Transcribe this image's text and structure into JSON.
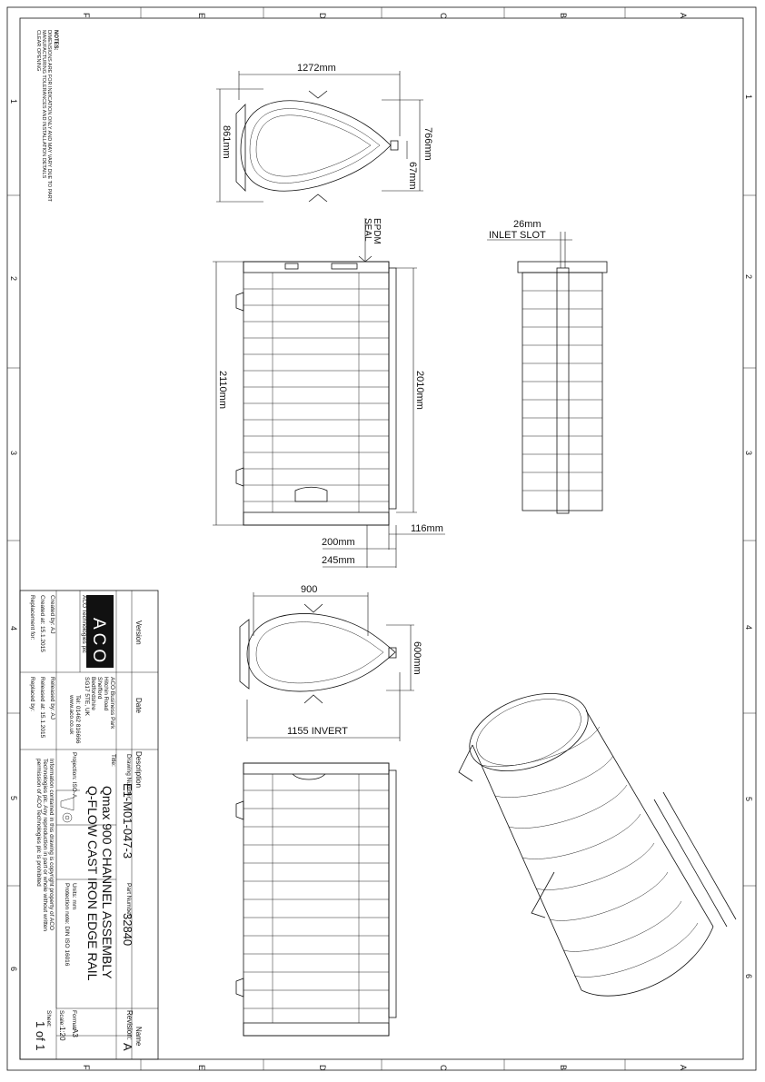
{
  "zones": {
    "letters_top": [
      "F",
      "E",
      "D",
      "C",
      "B",
      "A"
    ],
    "letters_bottom": [
      "F",
      "E",
      "D",
      "C",
      "B",
      "A"
    ],
    "numbers_left": [
      "1",
      "2",
      "3",
      "4",
      "5",
      "6"
    ],
    "numbers_right": [
      "1",
      "2",
      "3",
      "4",
      "5",
      "6"
    ]
  },
  "notes": {
    "heading": "NOTES:",
    "line1": "DIMENSIONS ARE FOR INDICATION ONLY AND MAY VARY DUE TO PART",
    "line2": "MANUFACTURING TOLERANCES AND INSTALLATION DETAILS",
    "line3": "CLEAR OPENING"
  },
  "dimensions": {
    "top_width": "1272mm",
    "top_height": "861mm",
    "top_right_height": "766mm",
    "top_small": "67mm",
    "seal_label_1": "EPDM",
    "seal_label_2": "SEAL",
    "inlet_width": "26mm",
    "inlet_label": "INLET SLOT",
    "total_length": "2110mm",
    "inner_length": "2010mm",
    "edge_116": "116mm",
    "edge_200": "200mm",
    "edge_245": "245mm",
    "end_width": "900",
    "end_height": "600mm",
    "invert": "1155  INVERT"
  },
  "title_block": {
    "version_label": "Version",
    "date_label": "Date",
    "description_label": "Description",
    "name_label": "Name",
    "logo": "ACO",
    "company": "ACO Technologies plc",
    "address_1": "ACO Business Park",
    "address_2": "Hitchin Road",
    "address_3": "Shefford",
    "address_4": "Bedfordshire",
    "address_5": "SG17 5TE, UK",
    "phone": "Tel: 01462 816666",
    "web": "www.aco.co.uk",
    "created_by": "Created by:  AJ",
    "created_at": "Created at:  15.1.2015",
    "replacement_for": "Replacement for:",
    "released_by": "Released by:  AJ",
    "released_at": "Released at:  15.1.2015",
    "replaced_by": "Replaced by:",
    "drawing_number_label": "Drawing Number:",
    "drawing_number": "E1-M01-047-3",
    "part_number_label": "Part Number:",
    "part_number": "32840",
    "title_label": "Title:",
    "title_line1": "Qmax 900 CHANNEL ASSEMBLY",
    "title_line2": "Q-FLOW CAST IRON EDGE RAIL",
    "revision_label": "Revision:",
    "revision": "A",
    "projection": "Projection: ISO-A",
    "units": "Units: mm",
    "protection_note": "Protection note: DIN ISO 16016",
    "format_label": "Format:",
    "format": "A3",
    "scale_label": "Scale:",
    "scale": "1:20",
    "sheet_label": "Sheet:",
    "sheet": "1 of 1",
    "copyright_1": "Information contained in this drawing is copyright property of ACO",
    "copyright_2": "Technologies plc. Any reproduction in part or whole without written",
    "copyright_3": "permission of ACO Technologies plc is prohibited"
  }
}
